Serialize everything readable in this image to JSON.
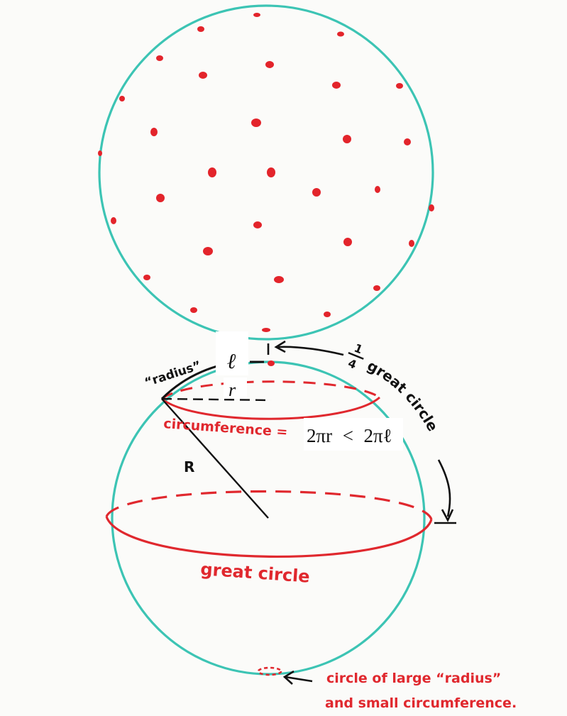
{
  "colors": {
    "sphere_outline": "#3cc4b4",
    "dots": "#e3242b",
    "annotation_red": "#e0282e",
    "ink": "#111111",
    "paper": "#fbfbf9",
    "label_box": "#ffffff"
  },
  "labels": {
    "radius_quote": "“radius”",
    "ell": "ℓ",
    "r": "r",
    "quarter_num": "1",
    "quarter_den": "4",
    "great_circle_arc": "great circle",
    "circumference_prefix": "circumference =",
    "formula_lhs": "2πr",
    "formula_lt": "<",
    "formula_rhs": "2πℓ",
    "big_R": "R",
    "great_circle": "great circle",
    "note_line1": "circle of large “radius”",
    "note_line2": "and small circumference."
  }
}
